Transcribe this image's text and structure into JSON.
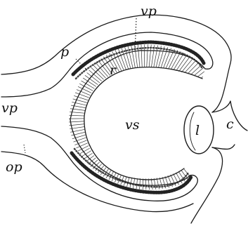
{
  "figure": {
    "labels": {
      "vp_top": "vp",
      "p": "p",
      "r": "r",
      "vs": "vs",
      "l": "l",
      "c": "c",
      "vp_left": "vp",
      "op": "op"
    }
  }
}
